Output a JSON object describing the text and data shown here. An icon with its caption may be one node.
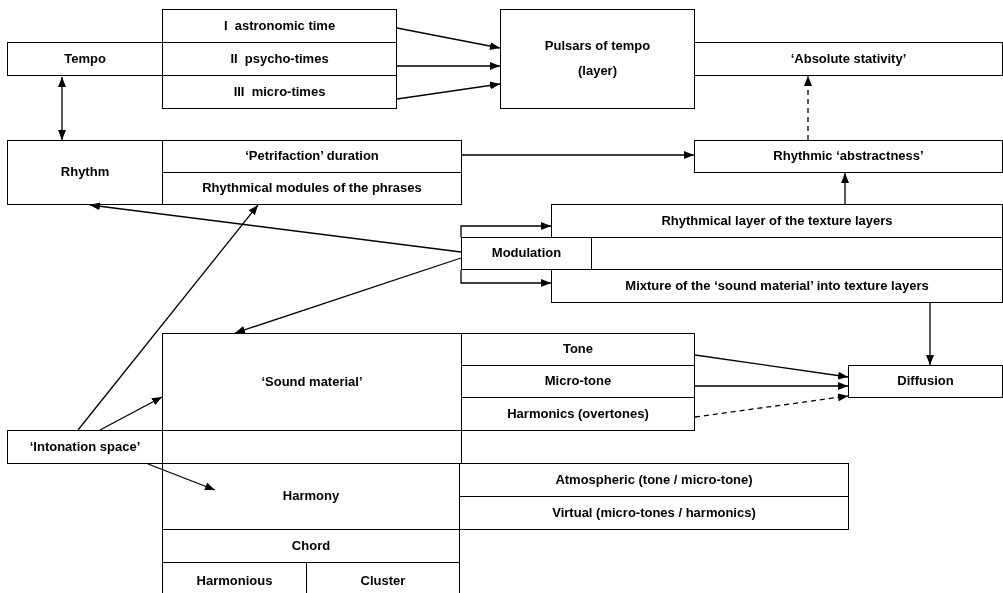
{
  "diagram": {
    "nodes": [
      {
        "text": [
          "Tempo"
        ]
      },
      {
        "text": [
          "I  astronomic time"
        ]
      },
      {
        "text": [
          "II  psycho-times"
        ]
      },
      {
        "text": [
          "III  micro-times"
        ]
      },
      {
        "text": [
          "Pulsars of tempo (layer)"
        ]
      },
      {
        "text": [
          "‘Absolute stativity’"
        ]
      },
      {
        "text": [
          "Rhythm"
        ]
      },
      {
        "text": [
          "‘Petrifaction’ duration"
        ]
      },
      {
        "text": [
          "Rhythmical modules of the phrases"
        ]
      },
      {
        "text": [
          "Rhythmic ‘abstractness’"
        ]
      },
      {
        "text": [
          "Rhythmical layer of the texture layers"
        ]
      },
      {
        "text": [
          "Modulation"
        ]
      },
      {
        "text": [],
        "shape": "box"
      },
      {
        "text": [
          "Mixture of the ‘sound material’ into texture layers"
        ]
      },
      {
        "text": [
          "‘Sound material’"
        ]
      },
      {
        "text": [
          "Tone"
        ]
      },
      {
        "text": [
          "Micro-tone"
        ]
      },
      {
        "text": [
          "Harmonics (overtones)"
        ]
      },
      {
        "text": [
          "Diffusion"
        ]
      },
      {
        "text": [
          "‘Intonation space’"
        ]
      },
      {
        "text": [],
        "shape": "box"
      },
      {
        "text": [
          "Harmony"
        ]
      },
      {
        "text": [
          "Atmospheric (tone / micro-tone)"
        ]
      },
      {
        "text": [
          "Virtual (micro-tones / harmonics)"
        ]
      },
      {
        "text": [
          "Chord"
        ]
      },
      {
        "text": [
          "Harmonious"
        ]
      },
      {
        "text": [
          "Cluster"
        ]
      }
    ],
    "edges": [
      {
        "from": 1,
        "to": 4,
        "arrow": "to"
      },
      {
        "from": 2,
        "to": 4,
        "arrow": "to"
      },
      {
        "from": 3,
        "to": 4,
        "arrow": "to"
      },
      {
        "from": 0,
        "to": 6,
        "arrow": "both"
      },
      {
        "from": 7,
        "to": 9,
        "arrow": "to"
      },
      {
        "from": 9,
        "to": 5,
        "arrow": "to",
        "style": "dashed"
      },
      {
        "from": 10,
        "to": 9,
        "arrow": "to"
      },
      {
        "from": 11,
        "to": 6,
        "arrow": "to"
      },
      {
        "from": 11,
        "to": 10,
        "arrow": "to"
      },
      {
        "from": 11,
        "to": 13,
        "arrow": "to"
      },
      {
        "from": 11,
        "to": 14,
        "arrow": "to"
      },
      {
        "from": 13,
        "to": 18,
        "arrow": "to"
      },
      {
        "from": 15,
        "to": 18,
        "arrow": "to"
      },
      {
        "from": 16,
        "to": 18,
        "arrow": "to"
      },
      {
        "from": 17,
        "to": 18,
        "arrow": "to",
        "style": "dashed"
      },
      {
        "from": 19,
        "to": 8,
        "arrow": "to"
      },
      {
        "from": 19,
        "to": 14,
        "arrow": "to"
      },
      {
        "from": 19,
        "to": 21,
        "arrow": "to"
      }
    ]
  }
}
